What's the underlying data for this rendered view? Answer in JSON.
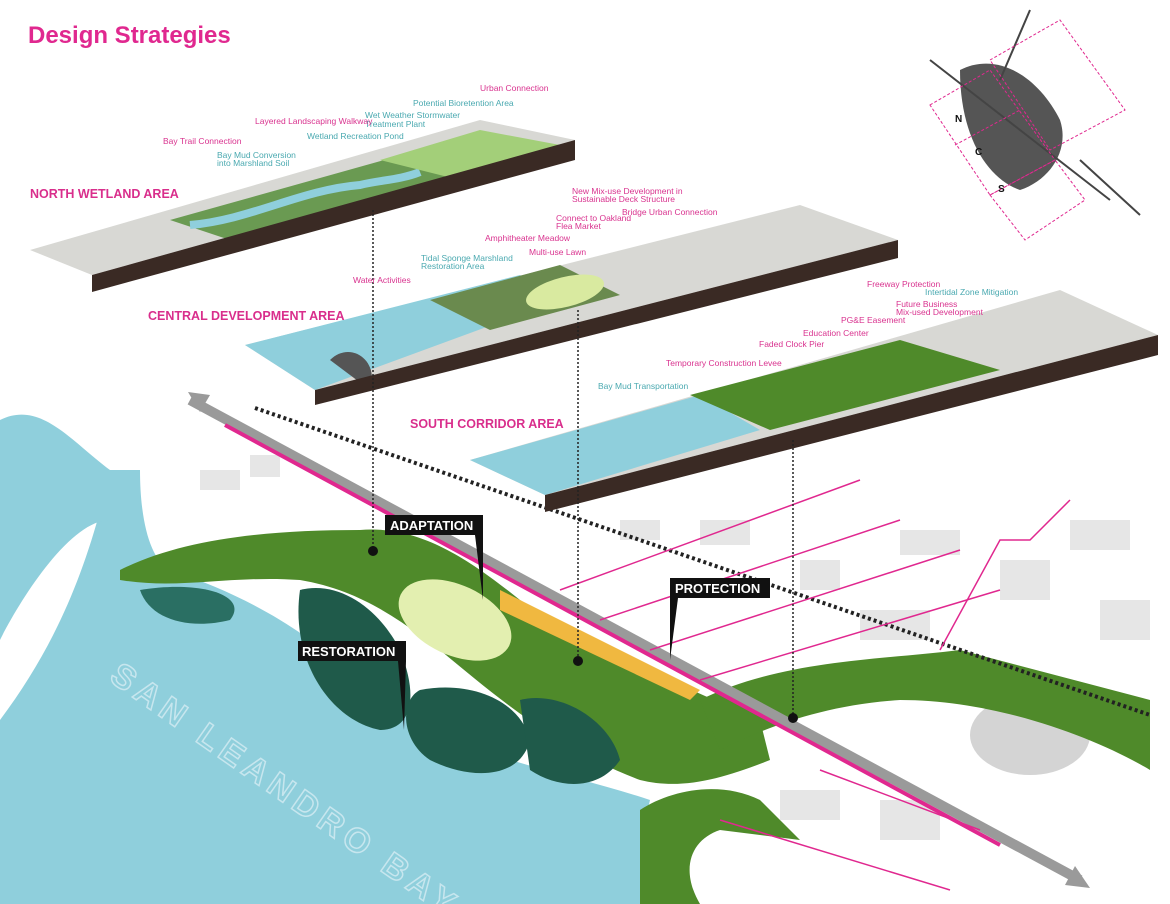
{
  "title": "Design Strategies",
  "areas": {
    "north": "NORTH WETLAND AREA",
    "central": "CENTRAL DEVELOPMENT AREA",
    "south": "SOUTH CORRIDOR AREA"
  },
  "north_labels": {
    "urban_connection": "Urban Connection",
    "bioretention": "Potential Bioretention Area",
    "stormwater_1": "Wet Weather Stormwater",
    "stormwater_2": "Treatment Plant",
    "walkway": "Layered Landscaping Walkway",
    "pond": "Wetland Recreation Pond",
    "bay_trail": "Bay Trail Connection",
    "bay_mud_1": "Bay Mud Conversion",
    "bay_mud_2": "into Marshland Soil"
  },
  "central_labels": {
    "mixuse_1": "New Mix-use Development in",
    "mixuse_2": "Sustainable Deck Structure",
    "bridge": "Bridge Urban Connection",
    "flea_1": "Connect to Oakland",
    "flea_2": "Flea Market",
    "amphitheater": "Amphitheater Meadow",
    "lawn": "Multi-use Lawn",
    "sponge_1": "Tidal Sponge Marshland",
    "sponge_2": "Restoration Area",
    "water": "Water Activities"
  },
  "south_labels": {
    "freeway": "Freeway Protection",
    "intertidal": "Intertidal Zone Mitigation",
    "business_1": "Future Business",
    "business_2": "Mix-used Development",
    "pge": "PG&E Easement",
    "education": "Education Center",
    "pier": "Faded Clock Pier",
    "levee": "Temporary Construction Levee",
    "mud": "Bay Mud Transportation"
  },
  "strategies": {
    "adaptation": "ADAPTATION",
    "protection": "PROTECTION",
    "restoration": "RESTORATION"
  },
  "bay_name": "SAN LEANDRO BAY",
  "keymap": {
    "n": "N",
    "c": "C",
    "s": "S"
  },
  "colors": {
    "accent": "#e0288f",
    "teal": "#4aa9b0",
    "water": "#8fcfdc",
    "dark_green": "#1f5a4a",
    "green": "#4f8a2a"
  }
}
